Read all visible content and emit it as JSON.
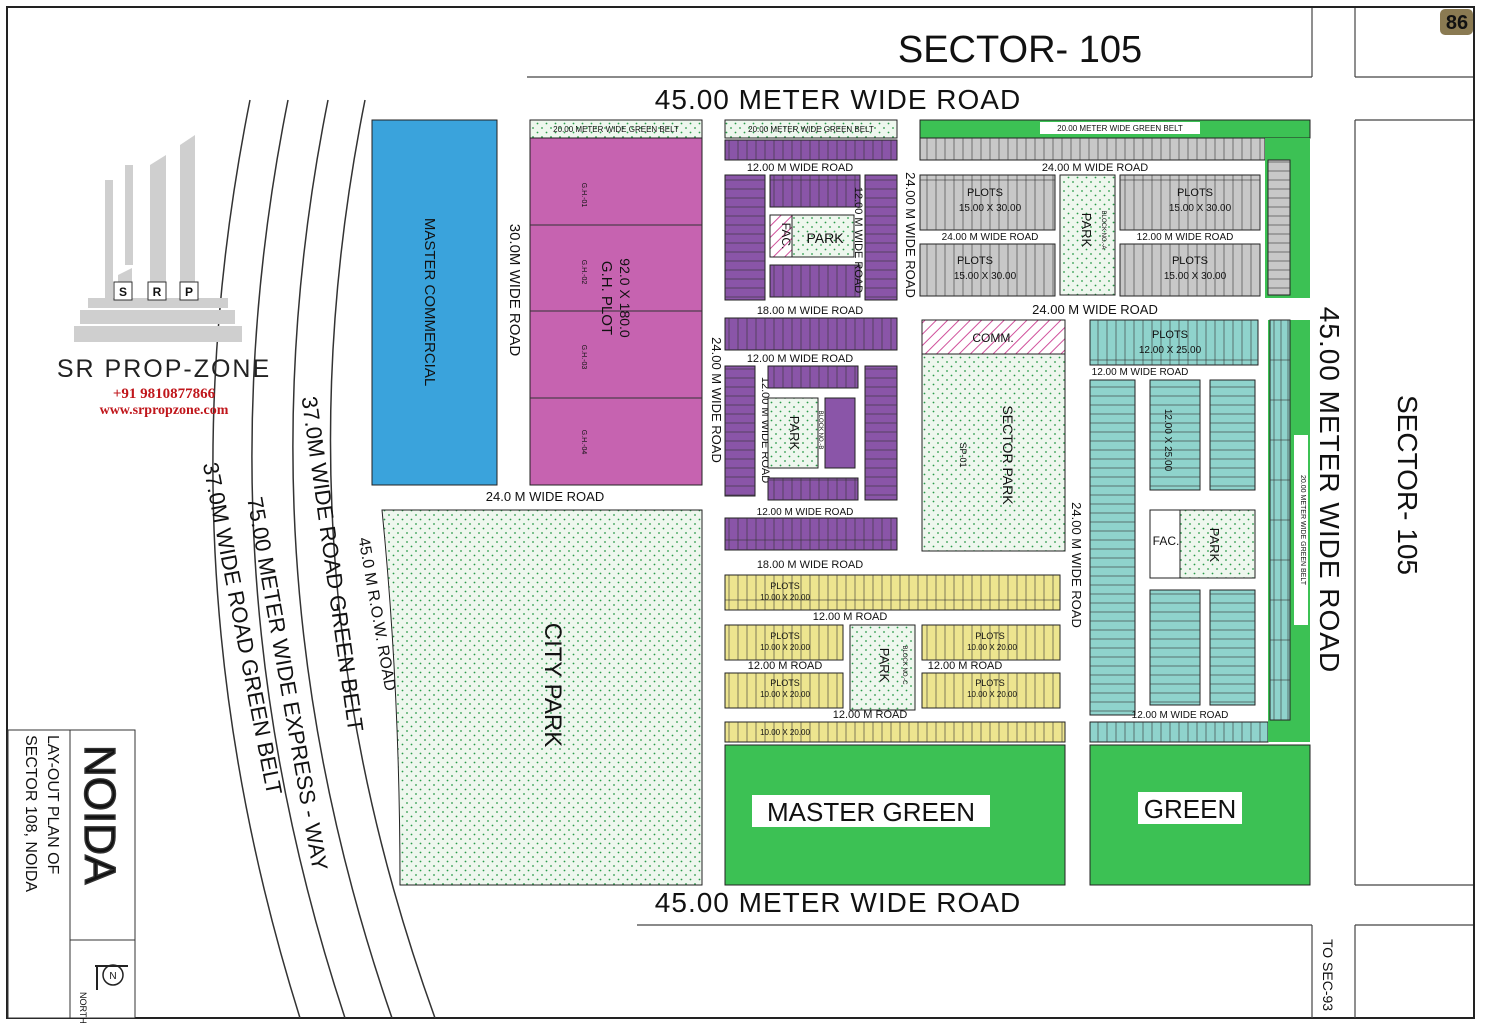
{
  "map": {
    "page_number": "86",
    "title_lines": [
      "LAY-OUT PLAN OF",
      "SECTOR 108, NOIDA"
    ],
    "city": "NOIDA",
    "north_label": "NORTH",
    "to_sector_label": "TO SEC-93",
    "adjacent_sectors": {
      "top": "SECTOR- 105",
      "right": "SECTOR- 105"
    },
    "roads": {
      "top": "45.00 METER WIDE ROAD",
      "bottom": "45.00 METER WIDE ROAD",
      "right": "45.00 METER WIDE ROAD",
      "expressway": "75.00 METER WIDE EXPRESS - WAY",
      "green_belt_left": "37.0M WIDE ROAD GREEN BELT",
      "green_belt_right": "37.0M WIDE ROAD GREEN BELT",
      "row": "45.0 M R.O.W. ROAD",
      "gh_road": "30.0M WIDE ROAD",
      "city_park_road": "24.0 M WIDE ROAD",
      "r24_v1": "24.00 M WIDE ROAD",
      "r24_v2": "24.00 M WIDE ROAD",
      "r24_v3": "24.00 M WIDE ROAD",
      "r24_h": "24.00 M WIDE ROAD",
      "r24_a_top": "24.00 M WIDE ROAD",
      "r24_a_left": "24.00 M WIDE ROAD",
      "r12_a_right": "12.00 M WIDE ROAD",
      "r18_1": "18.00 M WIDE ROAD",
      "r18_2": "18.00 M WIDE ROAD",
      "r12_p1": "12.00 M WIDE ROAD",
      "r12_p2": "12.00 M WIDE ROAD",
      "r12_p3": "12.00 M WIDE ROAD",
      "r12_b1": "12.00 M WIDE ROAD",
      "r12_b2": "12.00 M WIDE ROAD",
      "r12_c1": "12.00 M ROAD",
      "r12_c2": "12.00 M ROAD",
      "r12_c3": "12.00 M ROAD",
      "r12_c4": "12.00 M ROAD",
      "green_belt_20": "20.00 METER WIDE GREEN BELT",
      "green_belt_20b": "20.00 METER WIDE GREEN BELT",
      "green_belt_20c": "20.00 METER WIDE GREEN BELT",
      "green_belt_20v": "20.00 METER WIDE GREEN BELT"
    },
    "zones": {
      "master_commercial": "MASTER COMMERCIAL",
      "gh_plot": "G.H. PLOT",
      "gh_size": "92.0 X 180.0",
      "gh_ids": [
        "G.H.-01",
        "G.H.-02",
        "G.H.-03",
        "G.H.-04"
      ],
      "city_park": "CITY PARK",
      "sector_park": "SECTOR PARK",
      "sector_park_id": "SP-01",
      "comm": "COMM.",
      "master_green": "MASTER GREEN",
      "green": "GREEN",
      "park": "PARK",
      "fac": "FAC.",
      "plots": "PLOTS",
      "plot_a_size": "15.00 X 30.00",
      "plot_b_size": "12.00 X 25.00",
      "plot_c_size": "10.00 X 20.00",
      "block_a": "BLOCK NO.-A",
      "block_b": "BLOCK NO.-B",
      "block_c": "BLOCK NO.-C"
    },
    "colors": {
      "commercial": "#3aa3dc",
      "group_housing": "#c663b0",
      "purple_plots": "#8a55a8",
      "grey_plots": "#c8c8c8",
      "teal_plots": "#8fd3cc",
      "yellow_plots": "#ede58f",
      "green": "#3cc154",
      "park_dots": "#2a9a4a"
    }
  },
  "brand": {
    "name": "SR PROP-ZONE",
    "logo_letters": [
      "S",
      "R",
      "P"
    ],
    "phone": "+91 9810877866",
    "website": "www.srpropzone.com"
  }
}
